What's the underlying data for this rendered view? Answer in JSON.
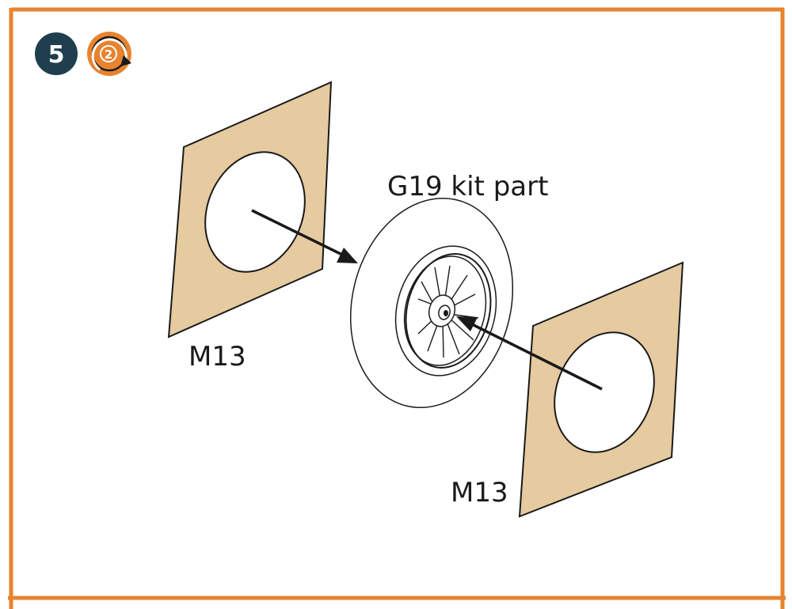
{
  "step": {
    "number": "5",
    "repeat_count": "2"
  },
  "parts": {
    "wheel_label": "G19 kit part",
    "mask_left_label": "M13",
    "mask_right_label": "M13"
  },
  "colors": {
    "border": "#e8832f",
    "step_badge": "#1f3f4f",
    "repeat_badge": "#e8832f",
    "mask_fill": "#e6caa0",
    "outline": "#1a1a1a"
  },
  "icons": {
    "repeat": "repeat-x2-icon"
  }
}
